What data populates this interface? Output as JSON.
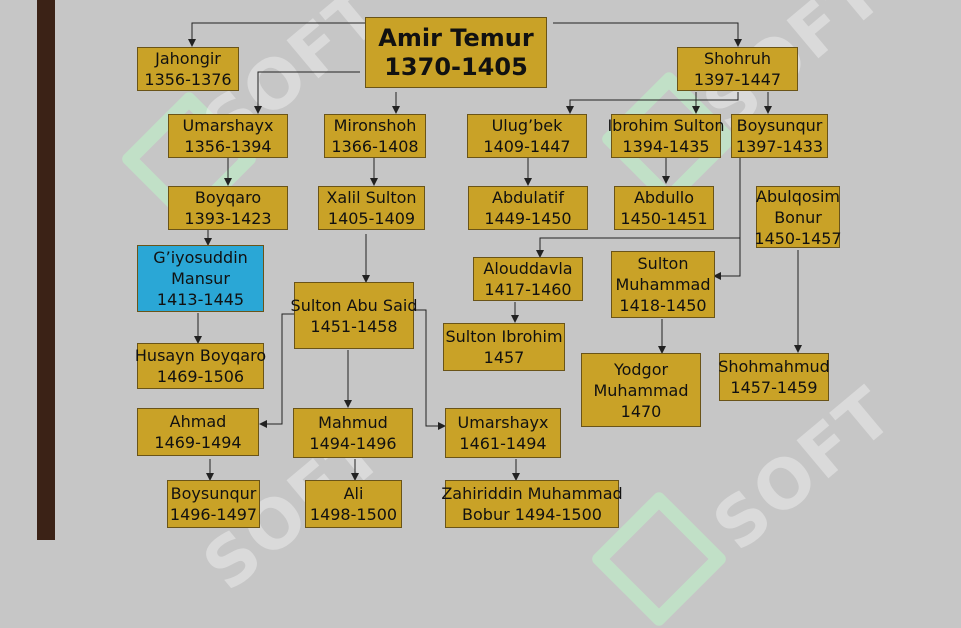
{
  "watermark": "SOFT",
  "root": {
    "name": "Amir Temur",
    "years": "1370-1405"
  },
  "nodes": {
    "jahongir": {
      "name": "Jahongir",
      "years": "1356-1376"
    },
    "shohruh": {
      "name": "Shohruh",
      "years": "1397-1447"
    },
    "umarshayx1": {
      "name": "Umarshayx",
      "years": "1356-1394"
    },
    "mironshoh": {
      "name": "Mironshoh",
      "years": "1366-1408"
    },
    "ulugbek": {
      "name": "Ulug’bek",
      "years": "1409-1447"
    },
    "ibrohim_sulton": {
      "name": "Ibrohim Sulton",
      "years": "1394-1435"
    },
    "boysunqur1": {
      "name": "Boysunqur",
      "years": "1397-1433"
    },
    "boyqaro": {
      "name": "Boyqaro",
      "years": "1393-1423"
    },
    "xalil_sulton": {
      "name": "Xalil Sulton",
      "years": "1405-1409"
    },
    "abdulatif": {
      "name": "Abdulatif",
      "years": "1449-1450"
    },
    "abdullo": {
      "name": "Abdullo",
      "years": "1450-1451"
    },
    "abulqosim": {
      "line1": "Abulqosim",
      "line2": "Bonur",
      "years": "1450-1457"
    },
    "giyosuddin": {
      "line1": "G’iyosuddin",
      "line2": "Mansur",
      "years": "1413-1445"
    },
    "abu_said": {
      "name": "Sulton Abu Said",
      "years": "1451-1458"
    },
    "alouddavla": {
      "name": "Alouddavla",
      "years": "1417-1460"
    },
    "sulton_muhammad": {
      "line1": "Sulton",
      "line2": "Muhammad",
      "years": "1418-1450"
    },
    "husayn": {
      "name": "Husayn Boyqaro",
      "years": "1469-1506"
    },
    "sulton_ibrohim": {
      "name": "Sulton Ibrohim",
      "years": "1457"
    },
    "yodgor": {
      "line1": "Yodgor",
      "line2": "Muhammad",
      "years": "1470"
    },
    "shohmahmud": {
      "name": "Shohmahmud",
      "years": "1457-1459"
    },
    "ahmad": {
      "name": "Ahmad",
      "years": "1469-1494"
    },
    "mahmud": {
      "name": "Mahmud",
      "years": "1494-1496"
    },
    "umarshayx2": {
      "name": "Umarshayx",
      "years": "1461-1494"
    },
    "boysunqur2": {
      "name": "Boysunqur",
      "years": "1496-1497"
    },
    "ali": {
      "name": "Ali",
      "years": "1498-1500"
    },
    "bobur": {
      "name": "Zahiriddin Muhammad",
      "years": "Bobur 1494-1500"
    }
  }
}
